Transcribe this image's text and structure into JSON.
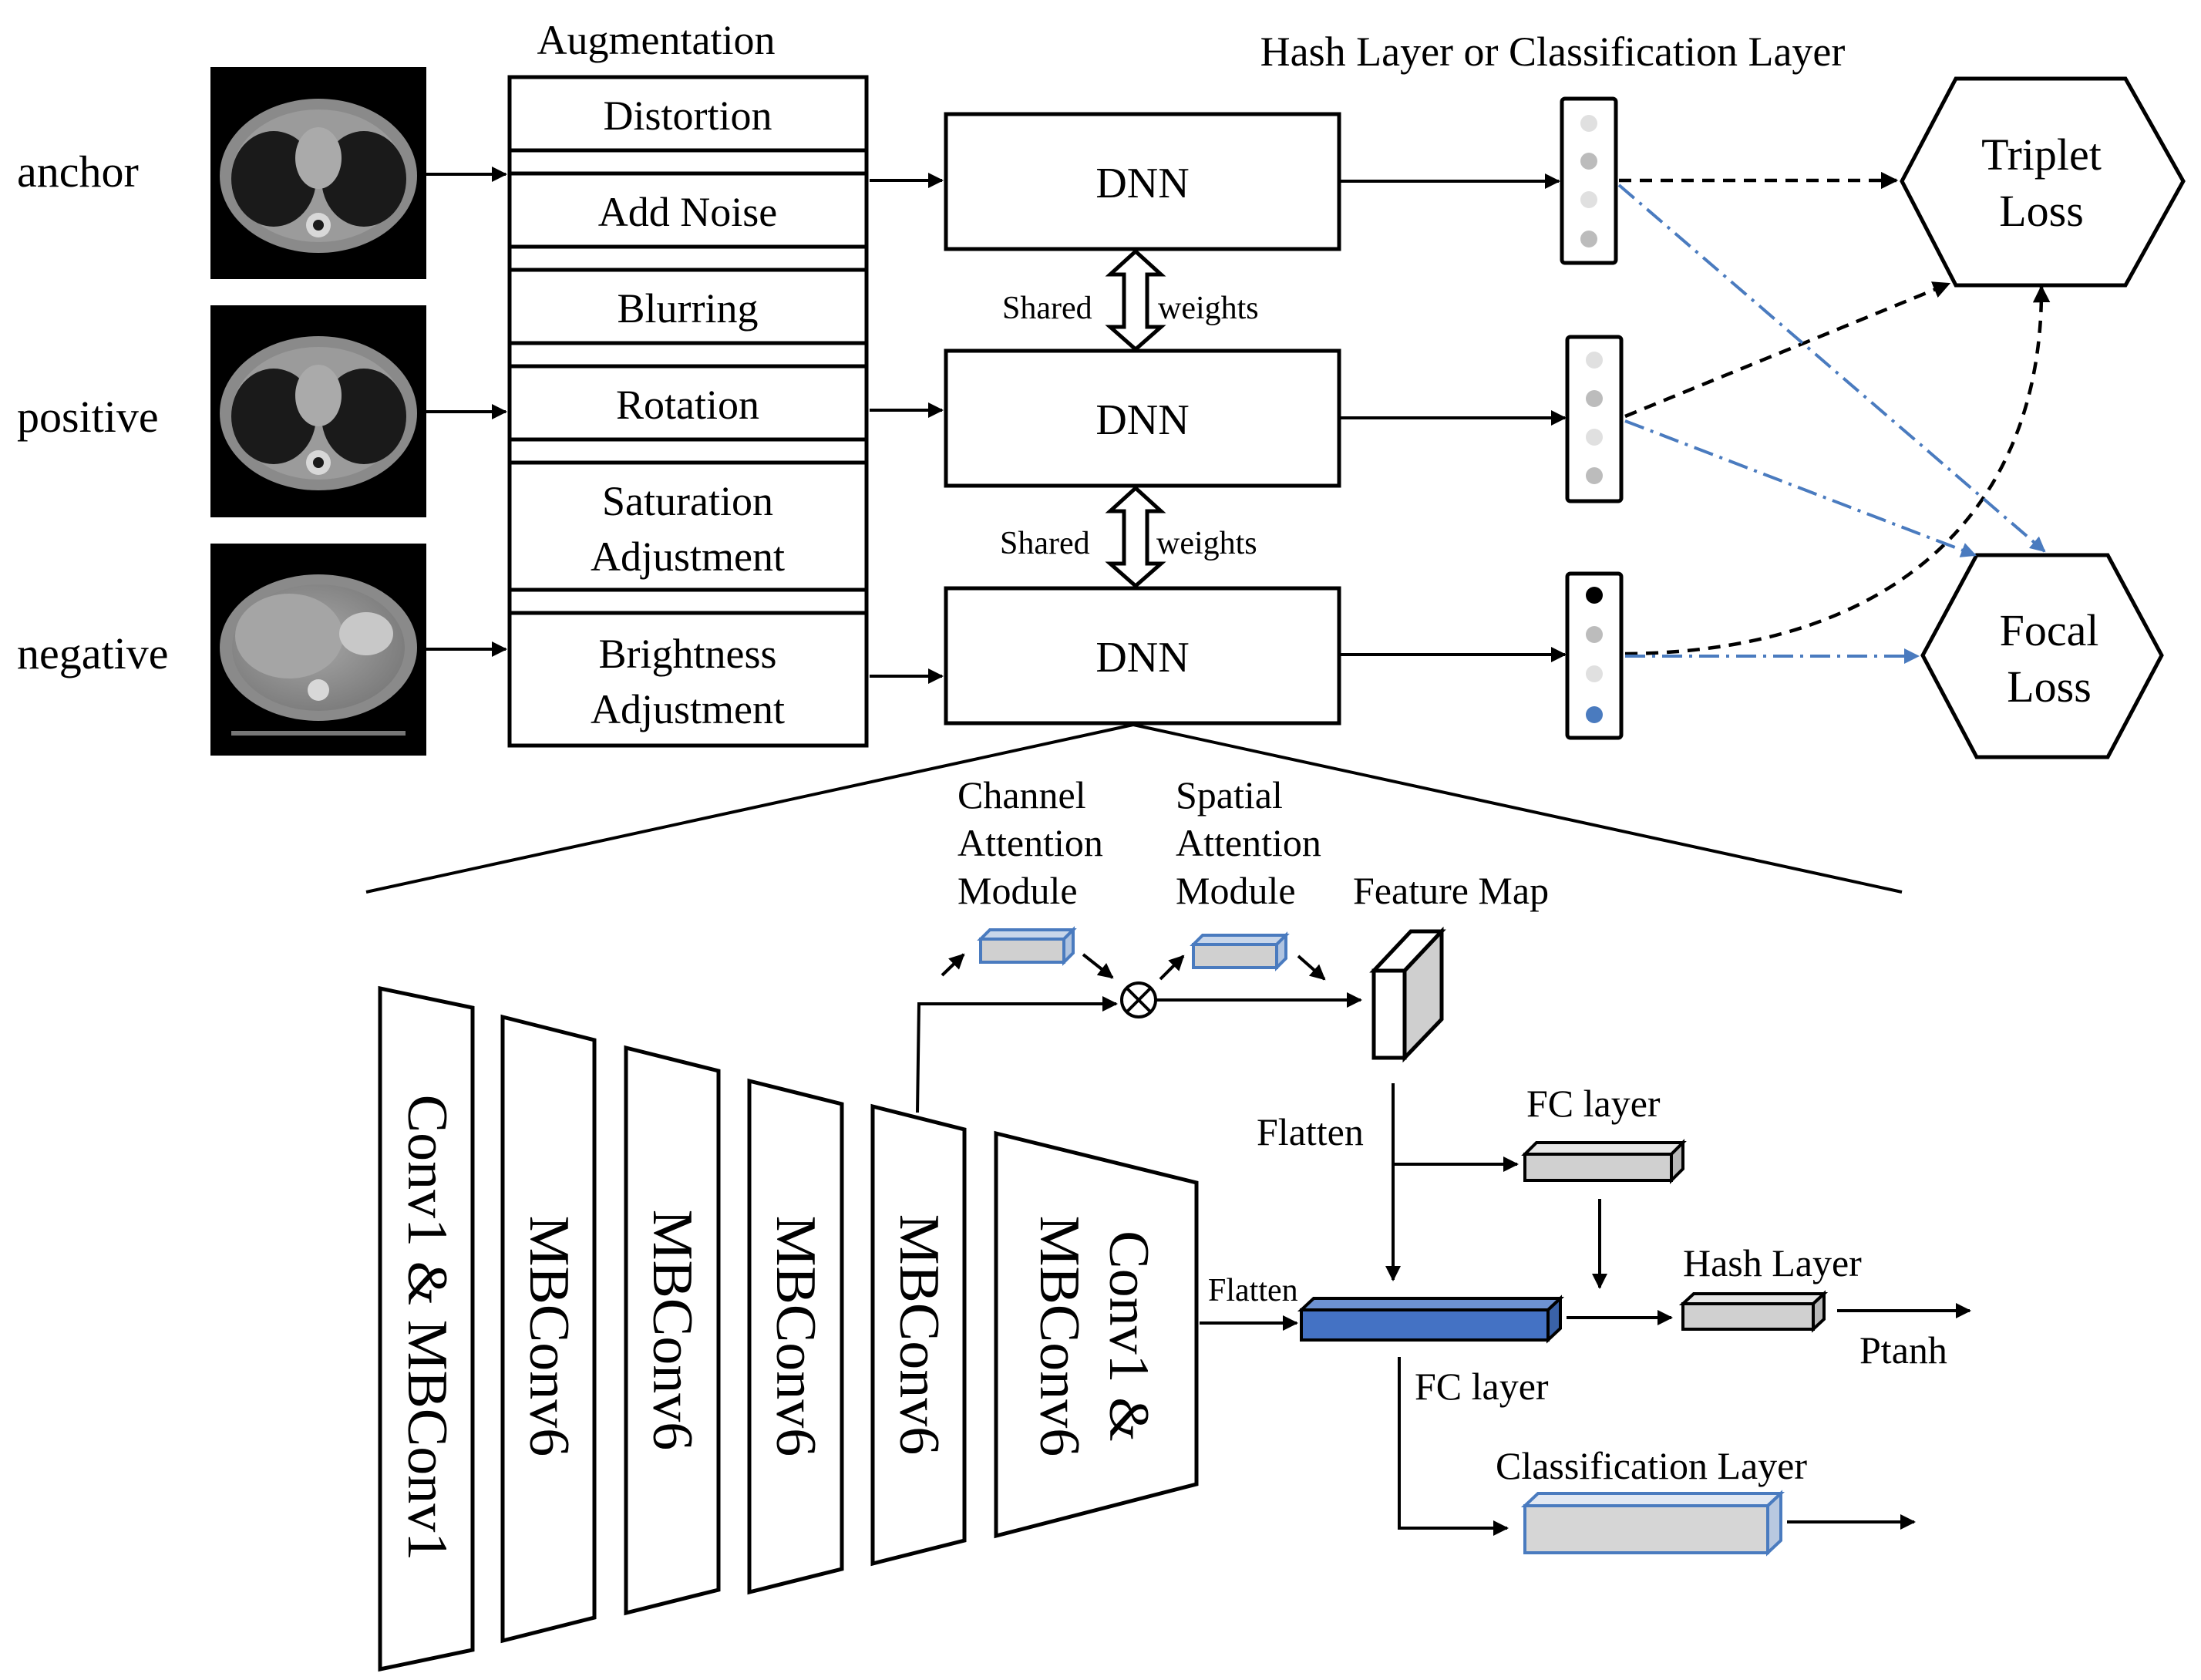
{
  "inputs": {
    "anchor_label": "anchor",
    "positive_label": "positive",
    "negative_label": "negative"
  },
  "augmentation": {
    "title": "Augmentation",
    "items": [
      "Distortion",
      "Add Noise",
      "Blurring",
      "Rotation",
      "Saturation",
      "Adjustment",
      "Brightness",
      "Adjustment"
    ]
  },
  "dnn": {
    "label": "DNN",
    "shared_left": "Shared",
    "shared_right": "weights"
  },
  "hash_layer_title": "Hash Layer or Classification Layer",
  "losses": {
    "triplet_line1": "Triplet",
    "triplet_line2": "Loss",
    "focal_line1": "Focal",
    "focal_line2": "Loss"
  },
  "colors": {
    "accent_blue": "#4a7bbf",
    "fc_blue": "#4472c4",
    "layer_gray": "#d0d0d0"
  },
  "network": {
    "blocks": [
      "Conv1 & MBConv1",
      "MBConv6",
      "MBConv6",
      "MBConv6",
      "MBConv6",
      "Conv1 &",
      "MBConv6"
    ],
    "channel_attention": [
      "Channel",
      "Attention",
      "Module"
    ],
    "spatial_attention": [
      "Spatial",
      "Attention",
      "Module"
    ],
    "multiply_symbol": "⊗",
    "feature_map": "Feature Map",
    "flatten_upper": "Flatten",
    "flatten_lower": "Flatten",
    "fc_layer_upper": "FC layer",
    "fc_layer_lower": "FC layer",
    "hash_layer": "Hash Layer",
    "ptanh": "Ptanh",
    "classification_layer": "Classification Layer"
  }
}
